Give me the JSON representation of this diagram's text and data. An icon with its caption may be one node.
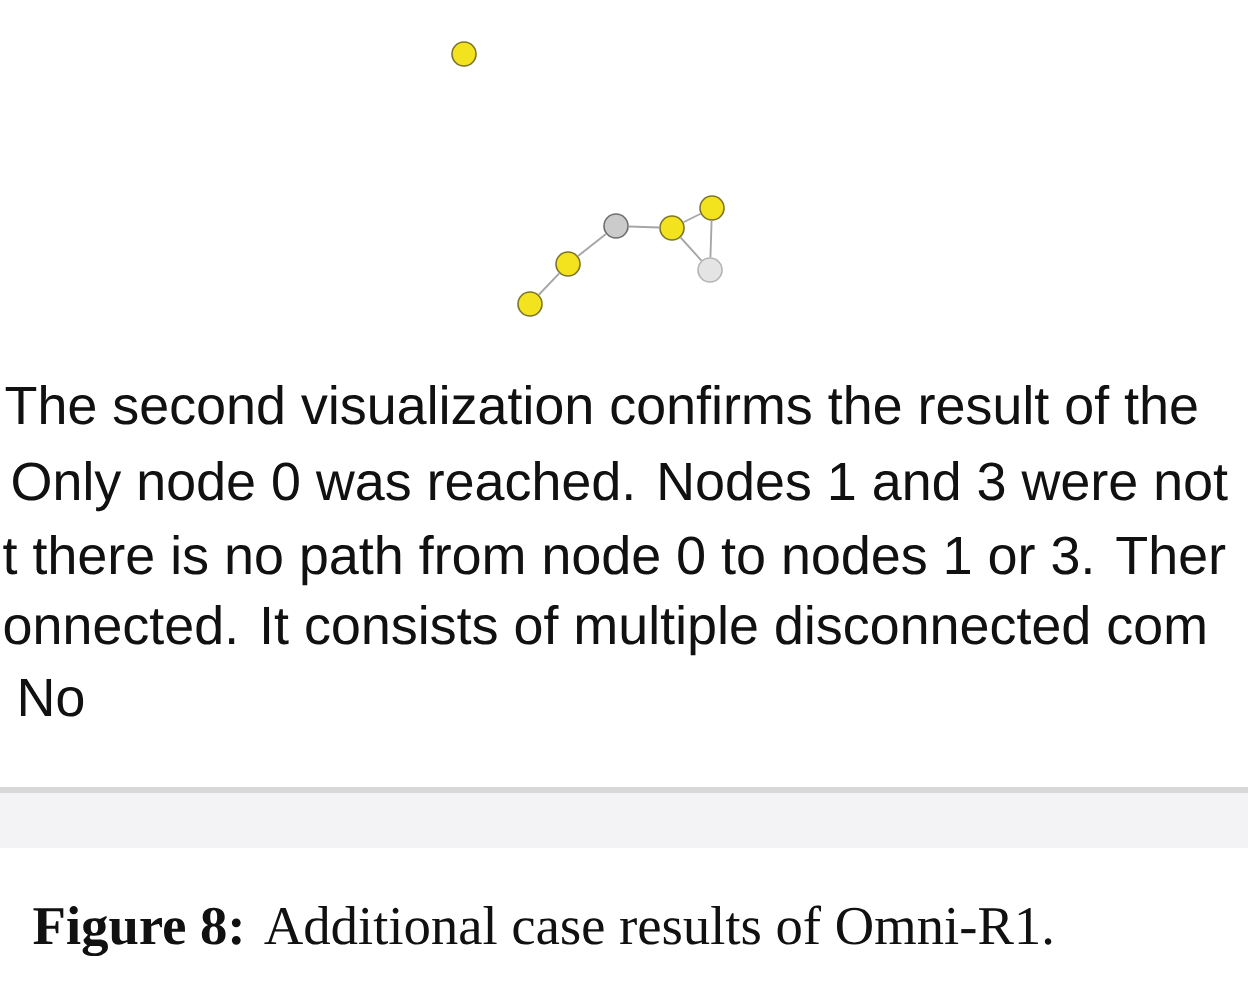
{
  "diagram": {
    "caption": "**Figure 8:** Additional case results of Omni-R1.",
    "nodes": [
      {
        "text": [],
        "shape": "circle"
      },
      {
        "text": [],
        "shape": "circle"
      },
      {
        "text": [],
        "shape": "circle"
      },
      {
        "text": [],
        "shape": "circle"
      },
      {
        "text": [],
        "shape": "circle"
      },
      {
        "text": [],
        "shape": "circle"
      },
      {
        "text": [],
        "shape": "circle"
      }
    ],
    "edges": [
      {
        "from": 1,
        "to": 2,
        "arrow": "none"
      },
      {
        "from": 2,
        "to": 3,
        "arrow": "none"
      },
      {
        "from": 3,
        "to": 4,
        "arrow": "none"
      },
      {
        "from": 4,
        "to": 5,
        "arrow": "none"
      },
      {
        "from": 4,
        "to": 6,
        "arrow": "none"
      },
      {
        "from": 5,
        "to": 6,
        "arrow": "none"
      }
    ],
    "labels": [
      "The second visualization confirms the result of the",
      "Only node 0 was reached. Nodes 1 and 3 were not",
      "t there is no path from node 0 to nodes 1 or 3. Ther",
      "onnected. It consists of multiple disconnected com",
      "No"
    ]
  }
}
